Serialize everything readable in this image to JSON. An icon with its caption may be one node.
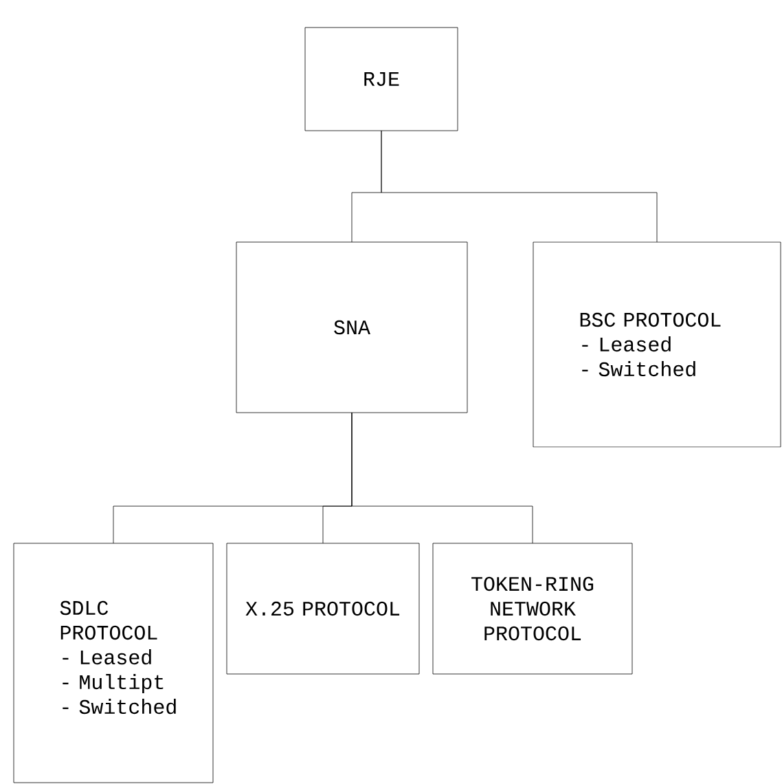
{
  "diagram": {
    "nodes": [
      {
        "text": [
          "RJE"
        ]
      },
      {
        "text": [
          "SNA"
        ]
      },
      {
        "text": [
          "BSC PROTOCOL",
          "- Leased",
          "- Switched"
        ]
      },
      {
        "text": [
          "SDLC PROTOCOL",
          "- Leased",
          "- Multipt",
          "- Switched"
        ]
      },
      {
        "text": [
          "X.25 PROTOCOL"
        ]
      },
      {
        "text": [
          "TOKEN-RING NETWORK PROTOCOL"
        ]
      }
    ],
    "edges": [
      {
        "from": 0,
        "to": 1,
        "arrow": "none"
      },
      {
        "from": 0,
        "to": 2,
        "arrow": "none"
      },
      {
        "from": 1,
        "to": 3,
        "arrow": "none"
      },
      {
        "from": 1,
        "to": 4,
        "arrow": "none"
      },
      {
        "from": 1,
        "to": 5,
        "arrow": "none"
      }
    ]
  }
}
